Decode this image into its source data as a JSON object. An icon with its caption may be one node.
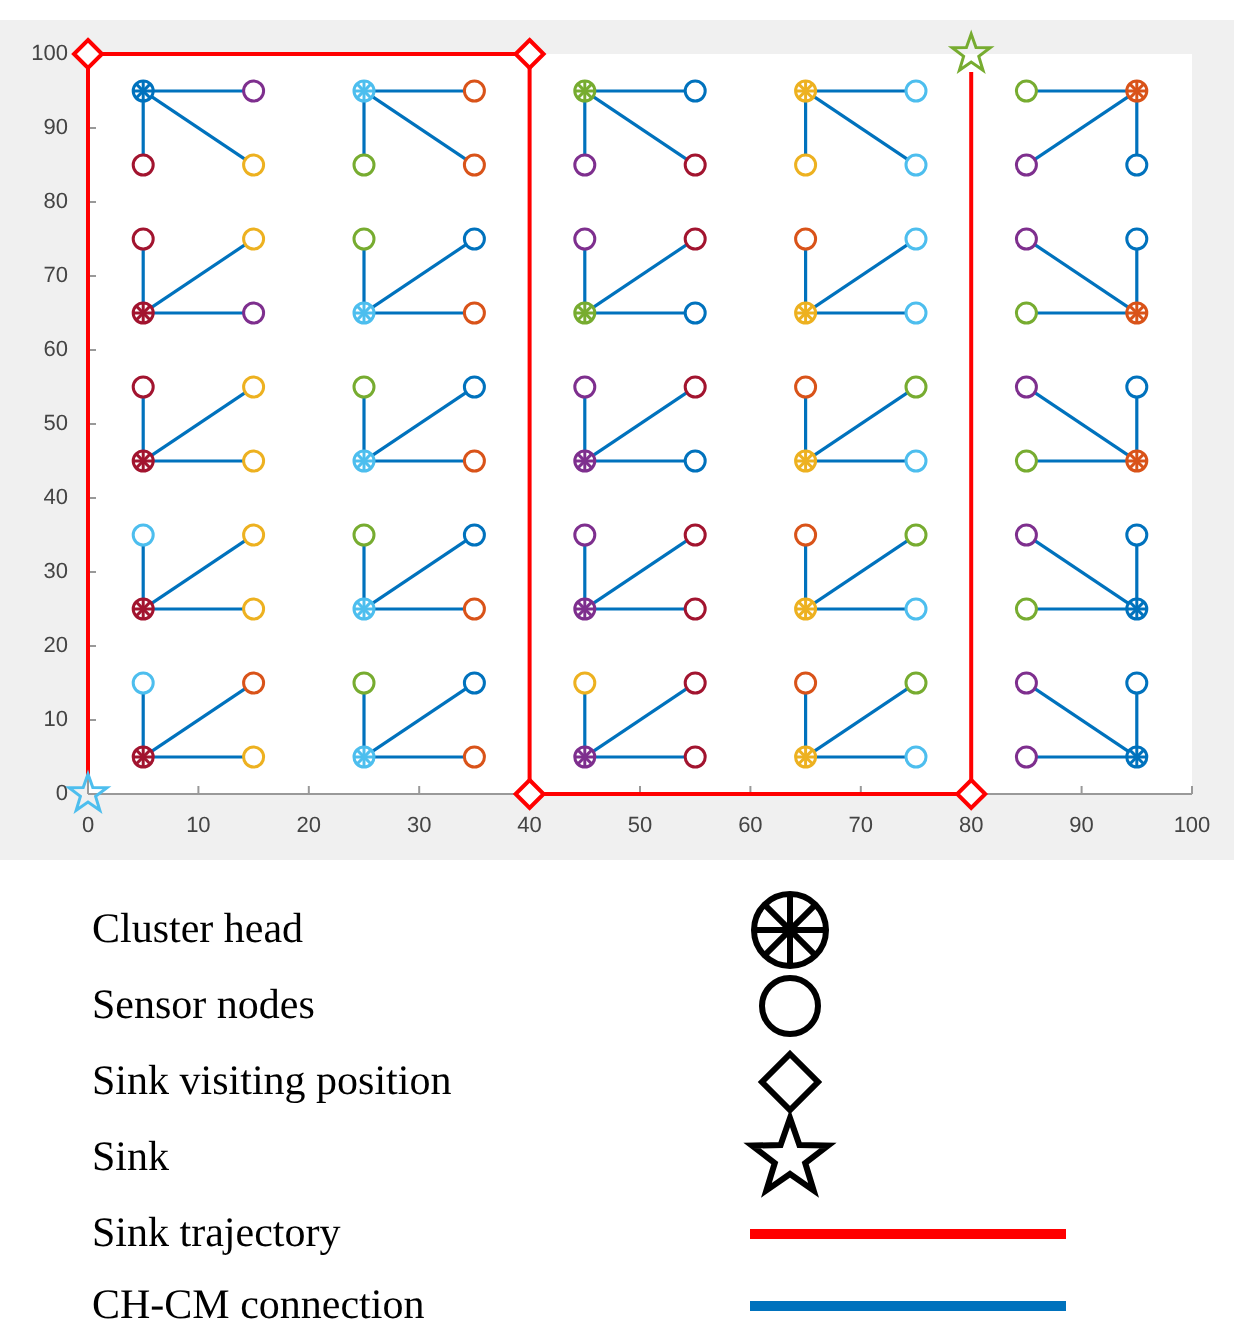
{
  "diagram": {
    "nodes": [
      {
        "text": [],
        "shape": "asterisk"
      },
      {
        "text": [],
        "shape": "circle"
      },
      {
        "text": [],
        "shape": "circle"
      },
      {
        "text": [],
        "shape": "circle"
      },
      {
        "text": [],
        "shape": "asterisk"
      },
      {
        "text": [],
        "shape": "circle"
      },
      {
        "text": [],
        "shape": "circle"
      },
      {
        "text": [],
        "shape": "circle"
      },
      {
        "text": [],
        "shape": "asterisk"
      },
      {
        "text": [],
        "shape": "circle"
      },
      {
        "text": [],
        "shape": "circle"
      },
      {
        "text": [],
        "shape": "circle"
      },
      {
        "text": [],
        "shape": "asterisk"
      },
      {
        "text": [],
        "shape": "circle"
      },
      {
        "text": [],
        "shape": "circle"
      },
      {
        "text": [],
        "shape": "circle"
      },
      {
        "text": [],
        "shape": "asterisk"
      },
      {
        "text": [],
        "shape": "circle"
      },
      {
        "text": [],
        "shape": "circle"
      },
      {
        "text": [],
        "shape": "circle"
      },
      {
        "text": [],
        "shape": "asterisk"
      },
      {
        "text": [],
        "shape": "circle"
      },
      {
        "text": [],
        "shape": "circle"
      },
      {
        "text": [],
        "shape": "circle"
      },
      {
        "text": [],
        "shape": "asterisk"
      },
      {
        "text": [],
        "shape": "circle"
      },
      {
        "text": [],
        "shape": "circle"
      },
      {
        "text": [],
        "shape": "circle"
      },
      {
        "text": [],
        "shape": "asterisk"
      },
      {
        "text": [],
        "shape": "circle"
      },
      {
        "text": [],
        "shape": "circle"
      },
      {
        "text": [],
        "shape": "circle"
      },
      {
        "text": [],
        "shape": "asterisk"
      },
      {
        "text": [],
        "shape": "circle"
      },
      {
        "text": [],
        "shape": "circle"
      },
      {
        "text": [],
        "shape": "circle"
      },
      {
        "text": [],
        "shape": "asterisk"
      },
      {
        "text": [],
        "shape": "circle"
      },
      {
        "text": [],
        "shape": "circle"
      },
      {
        "text": [],
        "shape": "circle"
      },
      {
        "text": [],
        "shape": "asterisk"
      },
      {
        "text": [],
        "shape": "circle"
      },
      {
        "text": [],
        "shape": "circle"
      },
      {
        "text": [],
        "shape": "circle"
      },
      {
        "text": [],
        "shape": "asterisk"
      },
      {
        "text": [],
        "shape": "circle"
      },
      {
        "text": [],
        "shape": "circle"
      },
      {
        "text": [],
        "shape": "circle"
      },
      {
        "text": [],
        "shape": "asterisk"
      },
      {
        "text": [],
        "shape": "circle"
      },
      {
        "text": [],
        "shape": "circle"
      },
      {
        "text": [],
        "shape": "circle"
      },
      {
        "text": [],
        "shape": "asterisk"
      },
      {
        "text": [],
        "shape": "circle"
      },
      {
        "text": [],
        "shape": "circle"
      },
      {
        "text": [],
        "shape": "circle"
      },
      {
        "text": [],
        "shape": "asterisk"
      },
      {
        "text": [],
        "shape": "circle"
      },
      {
        "text": [],
        "shape": "circle"
      },
      {
        "text": [],
        "shape": "circle"
      },
      {
        "text": [],
        "shape": "asterisk"
      },
      {
        "text": [],
        "shape": "circle"
      },
      {
        "text": [],
        "shape": "circle"
      },
      {
        "text": [],
        "shape": "circle"
      },
      {
        "text": [],
        "shape": "asterisk"
      },
      {
        "text": [],
        "shape": "circle"
      },
      {
        "text": [],
        "shape": "circle"
      },
      {
        "text": [],
        "shape": "circle"
      },
      {
        "text": [],
        "shape": "asterisk"
      },
      {
        "text": [],
        "shape": "circle"
      },
      {
        "text": [],
        "shape": "circle"
      },
      {
        "text": [],
        "shape": "circle"
      },
      {
        "text": [],
        "shape": "asterisk"
      },
      {
        "text": [],
        "shape": "circle"
      },
      {
        "text": [],
        "shape": "circle"
      },
      {
        "text": [],
        "shape": "circle"
      },
      {
        "text": [],
        "shape": "asterisk"
      },
      {
        "text": [],
        "shape": "circle"
      },
      {
        "text": [],
        "shape": "circle"
      },
      {
        "text": [],
        "shape": "circle"
      },
      {
        "text": [],
        "shape": "asterisk"
      },
      {
        "text": [],
        "shape": "circle"
      },
      {
        "text": [],
        "shape": "circle"
      },
      {
        "text": [],
        "shape": "circle"
      },
      {
        "text": [],
        "shape": "asterisk"
      },
      {
        "text": [],
        "shape": "circle"
      },
      {
        "text": [],
        "shape": "circle"
      },
      {
        "text": [],
        "shape": "circle"
      },
      {
        "text": [],
        "shape": "asterisk"
      },
      {
        "text": [],
        "shape": "circle"
      },
      {
        "text": [],
        "shape": "circle"
      },
      {
        "text": [],
        "shape": "circle"
      },
      {
        "text": [],
        "shape": "asterisk"
      },
      {
        "text": [],
        "shape": "circle"
      },
      {
        "text": [],
        "shape": "circle"
      },
      {
        "text": [],
        "shape": "circle"
      },
      {
        "text": [],
        "shape": "asterisk"
      },
      {
        "text": [],
        "shape": "circle"
      },
      {
        "text": [],
        "shape": "circle"
      },
      {
        "text": [],
        "shape": "circle"
      },
      {
        "text": [],
        "shape": "diamond"
      },
      {
        "text": [],
        "shape": "diamond"
      },
      {
        "text": [],
        "shape": "diamond"
      },
      {
        "text": [],
        "shape": "diamond"
      },
      {
        "text": [],
        "shape": "star"
      },
      {
        "text": [],
        "shape": "star"
      }
    ],
    "edges": [
      {
        "from": 0,
        "to": 1,
        "arrow": "none"
      },
      {
        "from": 0,
        "to": 2,
        "arrow": "none"
      },
      {
        "from": 0,
        "to": 3,
        "arrow": "none"
      },
      {
        "from": 4,
        "to": 5,
        "arrow": "none"
      },
      {
        "from": 4,
        "to": 6,
        "arrow": "none"
      },
      {
        "from": 4,
        "to": 7,
        "arrow": "none"
      },
      {
        "from": 8,
        "to": 9,
        "arrow": "none"
      },
      {
        "from": 8,
        "to": 10,
        "arrow": "none"
      },
      {
        "from": 8,
        "to": 11,
        "arrow": "none"
      },
      {
        "from": 12,
        "to": 13,
        "arrow": "none"
      },
      {
        "from": 12,
        "to": 14,
        "arrow": "none"
      },
      {
        "from": 12,
        "to": 15,
        "arrow": "none"
      },
      {
        "from": 16,
        "to": 17,
        "arrow": "none"
      },
      {
        "from": 16,
        "to": 18,
        "arrow": "none"
      },
      {
        "from": 16,
        "to": 19,
        "arrow": "none"
      },
      {
        "from": 20,
        "to": 21,
        "arrow": "none"
      },
      {
        "from": 20,
        "to": 22,
        "arrow": "none"
      },
      {
        "from": 20,
        "to": 23,
        "arrow": "none"
      },
      {
        "from": 24,
        "to": 25,
        "arrow": "none"
      },
      {
        "from": 24,
        "to": 26,
        "arrow": "none"
      },
      {
        "from": 24,
        "to": 27,
        "arrow": "none"
      },
      {
        "from": 28,
        "to": 29,
        "arrow": "none"
      },
      {
        "from": 28,
        "to": 30,
        "arrow": "none"
      },
      {
        "from": 28,
        "to": 31,
        "arrow": "none"
      },
      {
        "from": 32,
        "to": 33,
        "arrow": "none"
      },
      {
        "from": 32,
        "to": 34,
        "arrow": "none"
      },
      {
        "from": 32,
        "to": 35,
        "arrow": "none"
      },
      {
        "from": 36,
        "to": 37,
        "arrow": "none"
      },
      {
        "from": 36,
        "to": 38,
        "arrow": "none"
      },
      {
        "from": 36,
        "to": 39,
        "arrow": "none"
      },
      {
        "from": 40,
        "to": 41,
        "arrow": "none"
      },
      {
        "from": 40,
        "to": 42,
        "arrow": "none"
      },
      {
        "from": 40,
        "to": 43,
        "arrow": "none"
      },
      {
        "from": 44,
        "to": 45,
        "arrow": "none"
      },
      {
        "from": 44,
        "to": 46,
        "arrow": "none"
      },
      {
        "from": 44,
        "to": 47,
        "arrow": "none"
      },
      {
        "from": 48,
        "to": 49,
        "arrow": "none"
      },
      {
        "from": 48,
        "to": 50,
        "arrow": "none"
      },
      {
        "from": 48,
        "to": 51,
        "arrow": "none"
      },
      {
        "from": 52,
        "to": 53,
        "arrow": "none"
      },
      {
        "from": 52,
        "to": 54,
        "arrow": "none"
      },
      {
        "from": 52,
        "to": 55,
        "arrow": "none"
      },
      {
        "from": 56,
        "to": 57,
        "arrow": "none"
      },
      {
        "from": 56,
        "to": 58,
        "arrow": "none"
      },
      {
        "from": 56,
        "to": 59,
        "arrow": "none"
      },
      {
        "from": 60,
        "to": 61,
        "arrow": "none"
      },
      {
        "from": 60,
        "to": 62,
        "arrow": "none"
      },
      {
        "from": 60,
        "to": 63,
        "arrow": "none"
      },
      {
        "from": 64,
        "to": 65,
        "arrow": "none"
      },
      {
        "from": 64,
        "to": 66,
        "arrow": "none"
      },
      {
        "from": 64,
        "to": 67,
        "arrow": "none"
      },
      {
        "from": 68,
        "to": 69,
        "arrow": "none"
      },
      {
        "from": 68,
        "to": 70,
        "arrow": "none"
      },
      {
        "from": 68,
        "to": 71,
        "arrow": "none"
      },
      {
        "from": 72,
        "to": 73,
        "arrow": "none"
      },
      {
        "from": 72,
        "to": 74,
        "arrow": "none"
      },
      {
        "from": 72,
        "to": 75,
        "arrow": "none"
      },
      {
        "from": 76,
        "to": 77,
        "arrow": "none"
      },
      {
        "from": 76,
        "to": 78,
        "arrow": "none"
      },
      {
        "from": 76,
        "to": 79,
        "arrow": "none"
      },
      {
        "from": 80,
        "to": 81,
        "arrow": "none"
      },
      {
        "from": 80,
        "to": 82,
        "arrow": "none"
      },
      {
        "from": 80,
        "to": 83,
        "arrow": "none"
      },
      {
        "from": 84,
        "to": 85,
        "arrow": "none"
      },
      {
        "from": 84,
        "to": 86,
        "arrow": "none"
      },
      {
        "from": 84,
        "to": 87,
        "arrow": "none"
      },
      {
        "from": 88,
        "to": 89,
        "arrow": "none"
      },
      {
        "from": 88,
        "to": 90,
        "arrow": "none"
      },
      {
        "from": 88,
        "to": 91,
        "arrow": "none"
      },
      {
        "from": 92,
        "to": 93,
        "arrow": "none"
      },
      {
        "from": 92,
        "to": 94,
        "arrow": "none"
      },
      {
        "from": 92,
        "to": 95,
        "arrow": "none"
      },
      {
        "from": 96,
        "to": 97,
        "arrow": "none"
      },
      {
        "from": 96,
        "to": 98,
        "arrow": "none"
      },
      {
        "from": 96,
        "to": 99,
        "arrow": "none"
      },
      {
        "from": 105,
        "to": 100,
        "arrow": "none",
        "color": "#ff0000"
      },
      {
        "from": 100,
        "to": 101,
        "arrow": "none",
        "color": "#ff0000"
      },
      {
        "from": 101,
        "to": 102,
        "arrow": "none",
        "color": "#ff0000"
      },
      {
        "from": 102,
        "to": 103,
        "arrow": "none",
        "color": "#ff0000"
      },
      {
        "from": 103,
        "to": 104,
        "arrow": "none",
        "color": "#ff0000"
      }
    ],
    "labels": [
      "100",
      "90",
      "80",
      "70",
      "60",
      "50",
      "40",
      "30",
      "20",
      "10",
      "0",
      "0",
      "10",
      "20",
      "30",
      "40",
      "50",
      "60",
      "70",
      "80",
      "90",
      "100"
    ],
    "legend": [
      {
        "text": "Cluster head"
      },
      {
        "text": "Sensor nodes"
      },
      {
        "text": "Sink visiting position"
      },
      {
        "text": "Sink"
      },
      {
        "text": "Sink trajectory"
      },
      {
        "text": "CH-CM connection"
      }
    ]
  }
}
